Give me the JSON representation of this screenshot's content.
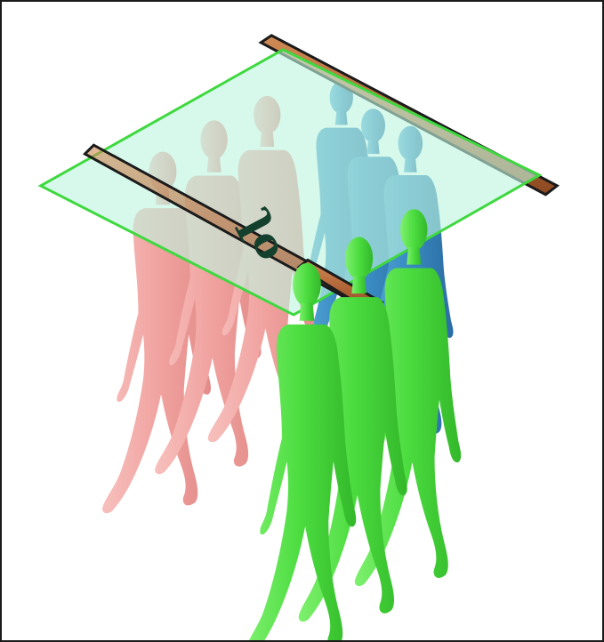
{
  "diagram": {
    "plate_label": "Jo",
    "colors": {
      "group_back_left": "#f1a7a4",
      "group_back_right": "#3d8fc3",
      "group_front_right": "#49de3e",
      "plane_fill": "#bdf6df",
      "plane_edge": "#3bd43b",
      "bar_fill": "#b4673b",
      "label_color": "#14402e"
    },
    "groups": [
      {
        "name": "pink-group",
        "figures": 3
      },
      {
        "name": "blue-group",
        "figures": 3
      },
      {
        "name": "green-group",
        "figures": 3
      }
    ]
  }
}
